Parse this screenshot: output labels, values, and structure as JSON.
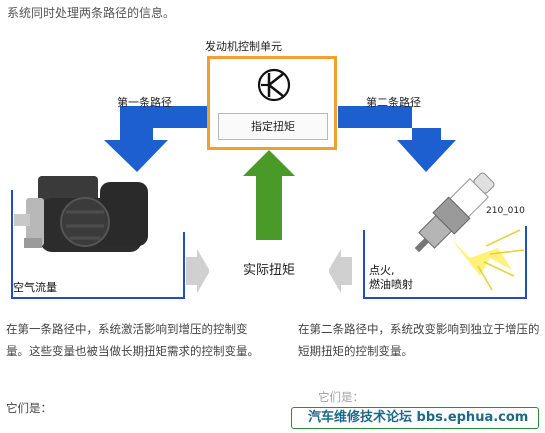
{
  "intro_text": "系统同时处理两条路径的信息。",
  "ecu": {
    "title": "发动机控制单元",
    "inner_label": "指定扭矩"
  },
  "paths": {
    "first_label": "第一条路径",
    "second_label": "第二条路径"
  },
  "actual_torque_label": "实际扭矩",
  "airflow_label": "空气流量",
  "ignition_label_line1": "点火,",
  "ignition_label_line2": "燃油喷射",
  "figure_code": "210_010",
  "paragraph_left": "在第一条路径中，系统激活影响到增压的控制变量。这些变量也被当做长期扭矩需求的控制变量。",
  "paragraph_right": "在第二条路径中，系统改变影响到独立于增压的短期扭矩的控制变量。",
  "list_intro_left": "它们是：",
  "list_intro_right": "它们是：",
  "forum_banner": "汽车维修技术论坛 bbs.ephua.com",
  "colors": {
    "blue_arrow": "#1e5fd0",
    "green_arrow": "#4a9a2a",
    "gray_arrow": "#cfcfcf",
    "ecu_border": "#f0a030",
    "line_blue": "#2050c0"
  }
}
